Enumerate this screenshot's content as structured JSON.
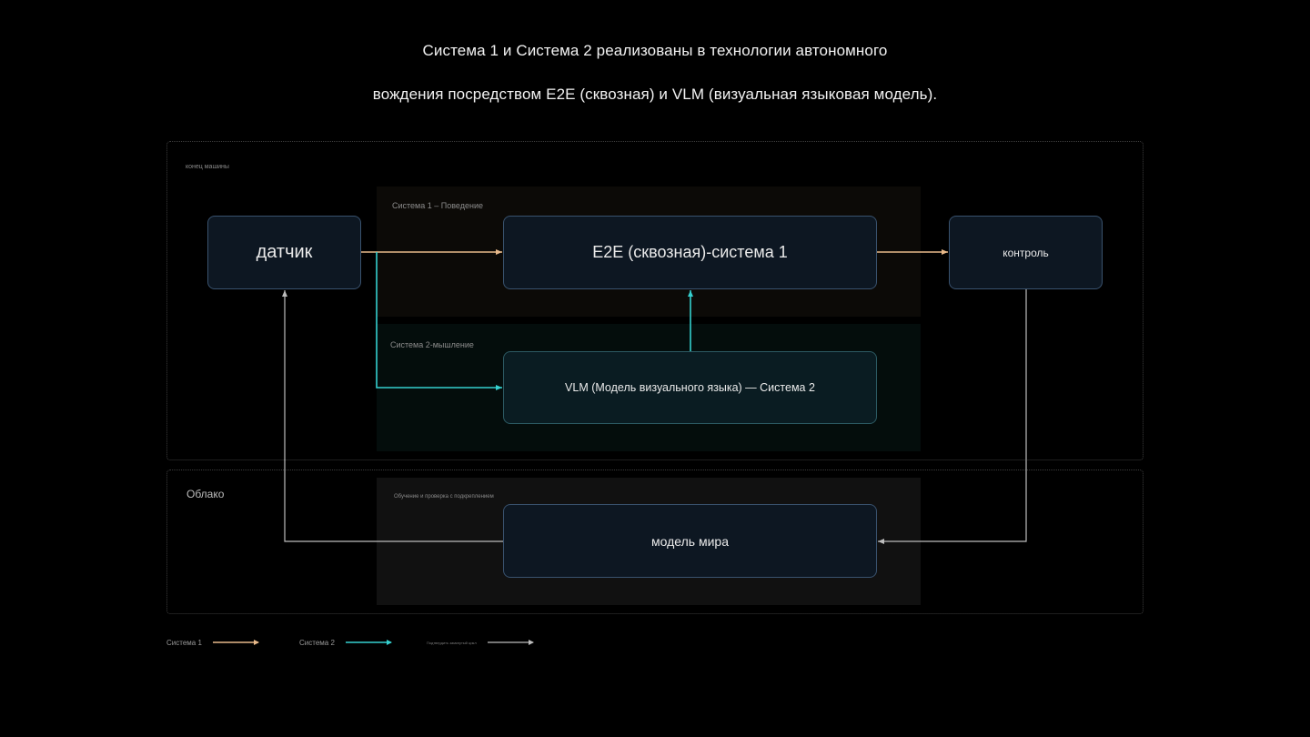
{
  "title": {
    "line1": "Система 1 и Система 2 реализованы в технологии автономного",
    "line2": "вождения посредством E2E (сквозная) и VLM (визуальная языковая модель)."
  },
  "regions": {
    "vehicle": "конец машины",
    "cloud": "Облако"
  },
  "zones": {
    "system1": "Система 1 – Поведение",
    "system2": "Система 2-мышление",
    "cloud": "Обучение и проверка с подкреплением"
  },
  "nodes": {
    "sensor": "датчик",
    "e2e": "E2E (сквозная)-система 1",
    "control": "контроль",
    "vlm": "VLM (Модель визуального языка) — Система 2",
    "world_model": "модель мира"
  },
  "legend": [
    {
      "label": "Система 1",
      "color": "#e8b98a"
    },
    {
      "label": "Система 2",
      "color": "#35d0cf"
    },
    {
      "label": "Подтвердить замкнутый цикл",
      "color": "#bdbdbd"
    }
  ],
  "colors": {
    "system1": "#e8b98a",
    "system2": "#35d0cf",
    "loop": "#bdbdbd"
  }
}
